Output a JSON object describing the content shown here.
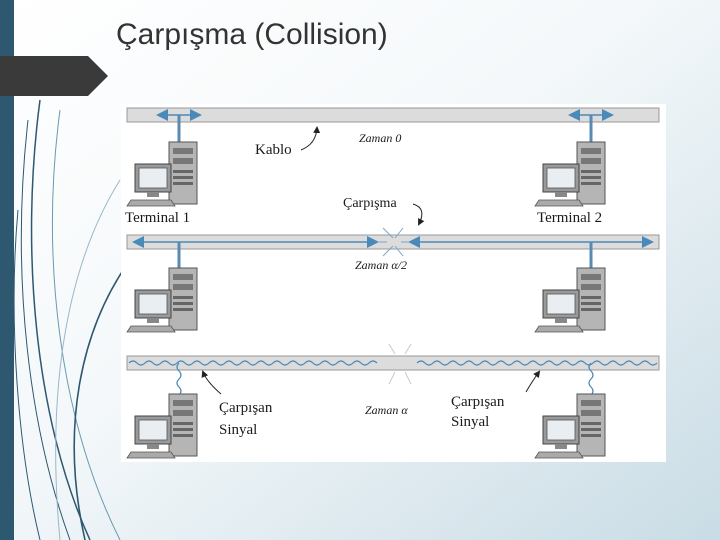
{
  "slide": {
    "title": "Çarpışma (Collision)"
  },
  "diagram": {
    "cable_label": "Kablo",
    "time0_label": "Zaman 0",
    "collision_label": "Çarpışma",
    "terminal1_label": "Terminal 1",
    "terminal2_label": "Terminal 2",
    "time_half_label": "Zaman α/2",
    "time_a_label": "Zaman α",
    "colliding_signal_left": [
      "Çarpışan",
      "Sinyal"
    ],
    "colliding_signal_right": [
      "Çarpışan",
      "Sinyal"
    ]
  },
  "colors": {
    "left_bar": "#2e5870",
    "accent_lines": "#2e5870",
    "cable_fill": "#dcdcdc",
    "signal_arrow": "#4a8ab8"
  }
}
